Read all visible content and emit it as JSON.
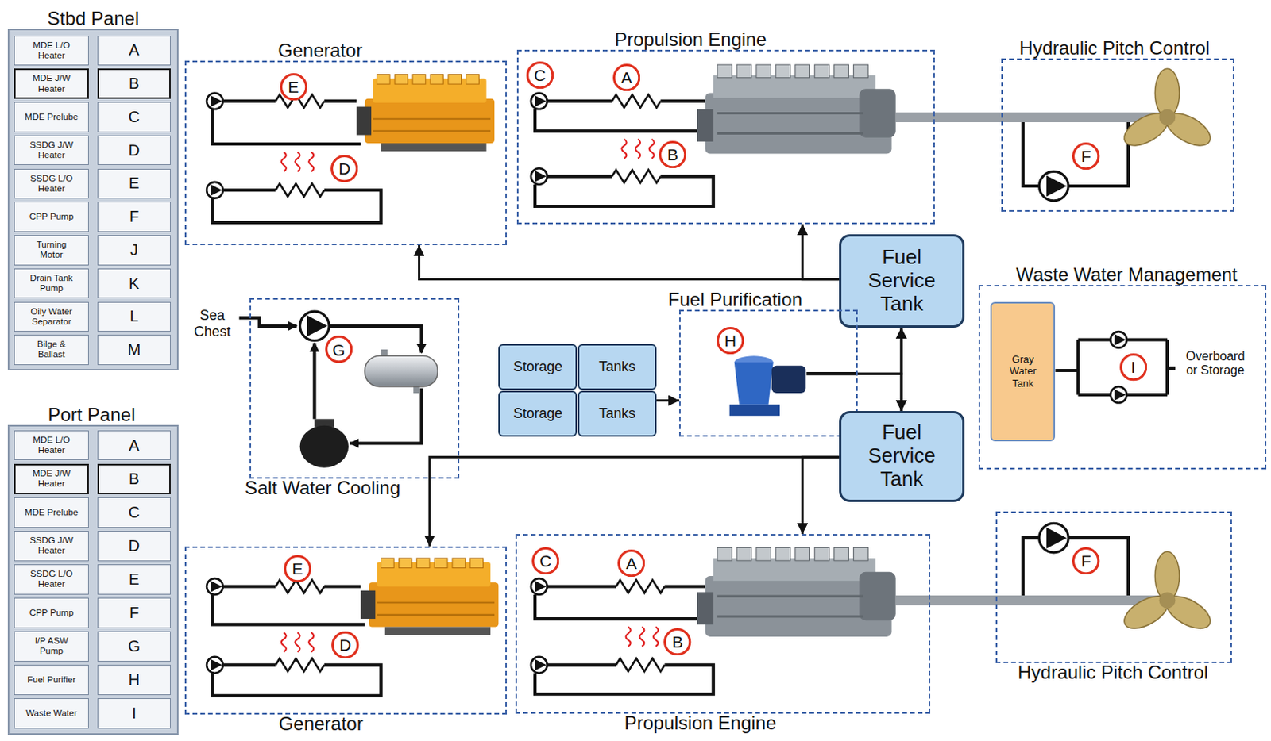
{
  "diagram": {
    "nodes": [
      {
        "text": [
          "Stbd Panel"
        ]
      },
      {
        "text": [
          "MDE L/O Heater"
        ],
        "in": 0
      },
      {
        "text": [
          "A"
        ],
        "in": 0
      },
      {
        "text": [
          "MDE J/W Heater"
        ],
        "in": 0
      },
      {
        "text": [
          "B"
        ],
        "in": 0
      },
      {
        "text": [
          "MDE Prelube"
        ],
        "in": 0
      },
      {
        "text": [
          "C"
        ],
        "in": 0
      },
      {
        "text": [
          "SSDG J/W Heater"
        ],
        "in": 0
      },
      {
        "text": [
          "D"
        ],
        "in": 0
      },
      {
        "text": [
          "SSDG L/O Heater"
        ],
        "in": 0
      },
      {
        "text": [
          "E"
        ],
        "in": 0
      },
      {
        "text": [
          "CPP Pump"
        ],
        "in": 0
      },
      {
        "text": [
          "F"
        ],
        "in": 0
      },
      {
        "text": [
          "Turning Motor"
        ],
        "in": 0
      },
      {
        "text": [
          "J"
        ],
        "in": 0
      },
      {
        "text": [
          "Drain Tank Pump"
        ],
        "in": 0
      },
      {
        "text": [
          "K"
        ],
        "in": 0
      },
      {
        "text": [
          "Oily Water Separator"
        ],
        "in": 0
      },
      {
        "text": [
          "L"
        ],
        "in": 0
      },
      {
        "text": [
          "Bilge & Ballast"
        ],
        "in": 0
      },
      {
        "text": [
          "M"
        ],
        "in": 0
      },
      {
        "text": [
          "Generator"
        ]
      },
      {
        "text": [
          "E"
        ],
        "in": 21
      },
      {
        "text": [
          "D"
        ],
        "in": 21
      },
      {
        "text": [
          "Propulsion Engine"
        ]
      },
      {
        "text": [
          "C"
        ],
        "in": 24
      },
      {
        "text": [
          "A"
        ],
        "in": 24
      },
      {
        "text": [
          "B"
        ],
        "in": 24
      },
      {
        "text": [
          "Hydraulic Pitch Control"
        ]
      },
      {
        "text": [
          "F"
        ],
        "in": 28
      },
      {
        "text": [
          "Fuel Service Tank"
        ]
      },
      {
        "text": [
          "Salt Water Cooling"
        ]
      },
      {
        "text": [
          "G"
        ],
        "in": 31
      },
      {
        "text": [
          "Storage"
        ]
      },
      {
        "text": [
          "Tanks"
        ]
      },
      {
        "text": [
          "Storage"
        ]
      },
      {
        "text": [
          "Tanks"
        ]
      },
      {
        "text": [
          "Fuel Purification"
        ]
      },
      {
        "text": [
          "H"
        ],
        "in": 37
      },
      {
        "text": [
          "Waste Water Management"
        ]
      },
      {
        "text": [
          "Gray Water Tank"
        ],
        "in": 39
      },
      {
        "text": [
          "I"
        ],
        "in": 39
      },
      {
        "text": [
          "Fuel Service Tank"
        ]
      },
      {
        "text": [
          "Port Panel"
        ]
      },
      {
        "text": [
          "MDE L/O Heater"
        ],
        "in": 43
      },
      {
        "text": [
          "A"
        ],
        "in": 43
      },
      {
        "text": [
          "MDE J/W Heater"
        ],
        "in": 43
      },
      {
        "text": [
          "B"
        ],
        "in": 43
      },
      {
        "text": [
          "MDE Prelube"
        ],
        "in": 43
      },
      {
        "text": [
          "C"
        ],
        "in": 43
      },
      {
        "text": [
          "SSDG J/W Heater"
        ],
        "in": 43
      },
      {
        "text": [
          "D"
        ],
        "in": 43
      },
      {
        "text": [
          "SSDG L/O Heater"
        ],
        "in": 43
      },
      {
        "text": [
          "E"
        ],
        "in": 43
      },
      {
        "text": [
          "CPP Pump"
        ],
        "in": 43
      },
      {
        "text": [
          "F"
        ],
        "in": 43
      },
      {
        "text": [
          "I/P ASW Pump"
        ],
        "in": 43
      },
      {
        "text": [
          "G"
        ],
        "in": 43
      },
      {
        "text": [
          "Fuel Purifier"
        ],
        "in": 43
      },
      {
        "text": [
          "H"
        ],
        "in": 43
      },
      {
        "text": [
          "Waste Water"
        ],
        "in": 43
      },
      {
        "text": [
          "I"
        ],
        "in": 43
      },
      {
        "text": [
          "Generator"
        ]
      },
      {
        "text": [
          "E"
        ],
        "in": 62
      },
      {
        "text": [
          "D"
        ],
        "in": 62
      },
      {
        "text": [
          "Propulsion Engine"
        ]
      },
      {
        "text": [
          "C"
        ],
        "in": 65
      },
      {
        "text": [
          "A"
        ],
        "in": 65
      },
      {
        "text": [
          "B"
        ],
        "in": 65
      },
      {
        "text": [
          "Hydraulic Pitch Control"
        ]
      },
      {
        "text": [
          "F"
        ],
        "in": 69
      }
    ],
    "edges": [
      {
        "from": 30,
        "to": 21,
        "arrow": "to"
      },
      {
        "from": 30,
        "to": 24,
        "arrow": "to"
      },
      {
        "from": 42,
        "to": 62,
        "arrow": "to"
      },
      {
        "from": 42,
        "to": 65,
        "arrow": "to"
      },
      {
        "from": 36,
        "to": 37,
        "arrow": "to"
      },
      {
        "from": 37,
        "to": 30,
        "arrow": "to"
      },
      {
        "from": 37,
        "to": 42,
        "arrow": "to"
      },
      {
        "from": 30,
        "to": 42,
        "arrow": "both"
      }
    ],
    "labels": [
      "Sea Chest",
      "Overboard or Storage"
    ]
  }
}
